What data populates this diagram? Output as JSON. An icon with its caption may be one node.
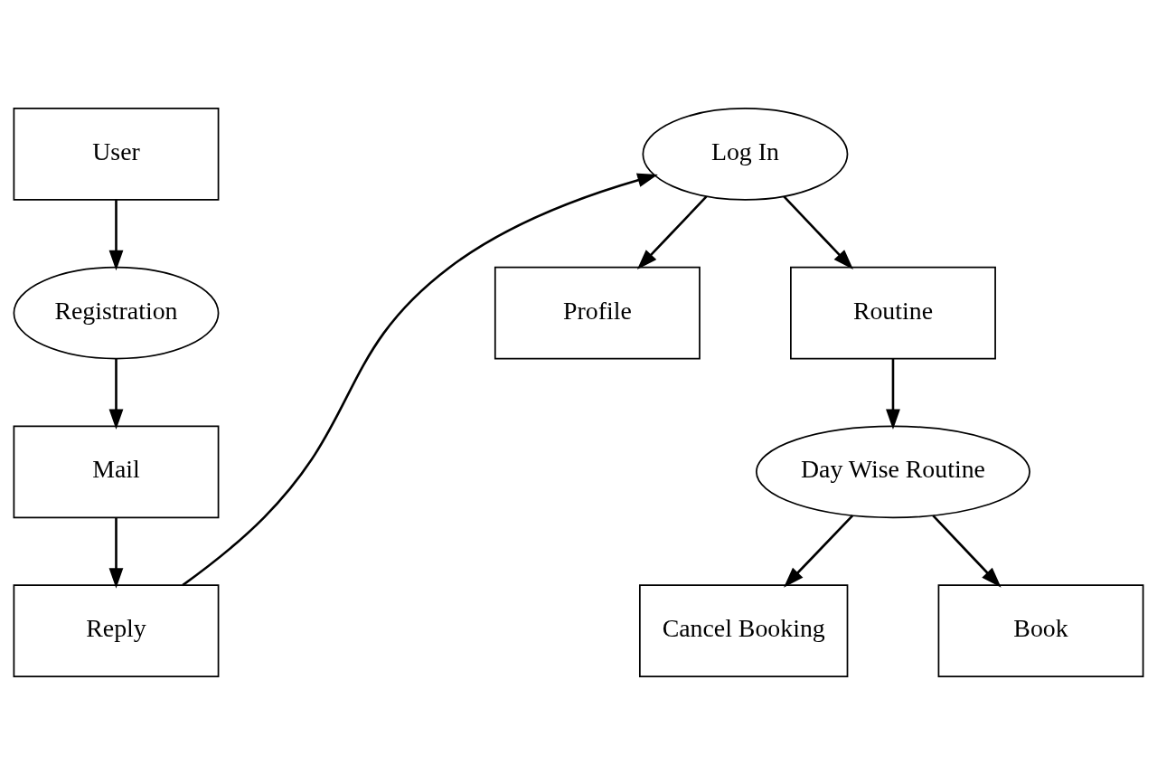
{
  "diagram": {
    "nodes": [
      {
        "text": [
          "User"
        ]
      },
      {
        "text": [
          "Registration"
        ]
      },
      {
        "text": [
          "Mail"
        ]
      },
      {
        "text": [
          "Reply"
        ]
      },
      {
        "text": [
          "Log In"
        ]
      },
      {
        "text": [
          "Profile"
        ]
      },
      {
        "text": [
          "Routine"
        ]
      },
      {
        "text": [
          "Day Wise Routine"
        ]
      },
      {
        "text": [
          "Cancel Booking"
        ]
      },
      {
        "text": [
          "Book"
        ]
      }
    ],
    "edges": [
      {
        "from": 0,
        "to": 1,
        "arrow": "to"
      },
      {
        "from": 1,
        "to": 2,
        "arrow": "to"
      },
      {
        "from": 2,
        "to": 3,
        "arrow": "to"
      },
      {
        "from": 3,
        "to": 4,
        "arrow": "to"
      },
      {
        "from": 4,
        "to": 5,
        "arrow": "to"
      },
      {
        "from": 4,
        "to": 6,
        "arrow": "to"
      },
      {
        "from": 6,
        "to": 7,
        "arrow": "to"
      },
      {
        "from": 7,
        "to": 8,
        "arrow": "to"
      },
      {
        "from": 7,
        "to": 9,
        "arrow": "to"
      }
    ]
  }
}
